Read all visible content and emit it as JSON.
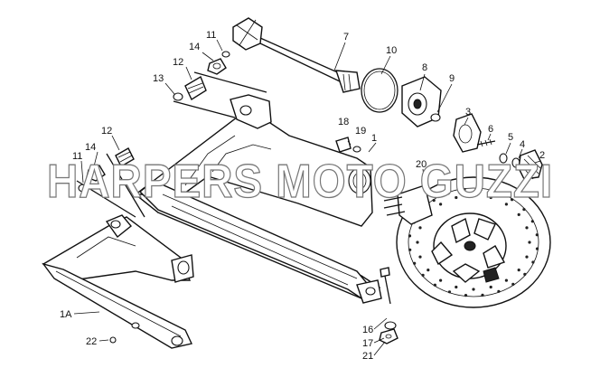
{
  "diagram": {
    "watermark": "HARPERS MOTO GUZZI",
    "callouts": [
      "1",
      "1A",
      "2",
      "3",
      "4",
      "5",
      "6",
      "7",
      "8",
      "9",
      "10",
      "11",
      "12",
      "13",
      "14",
      "16",
      "17",
      "18",
      "19",
      "20",
      "21",
      "22"
    ],
    "callouts_repeat": [
      "11",
      "12",
      "14"
    ]
  }
}
